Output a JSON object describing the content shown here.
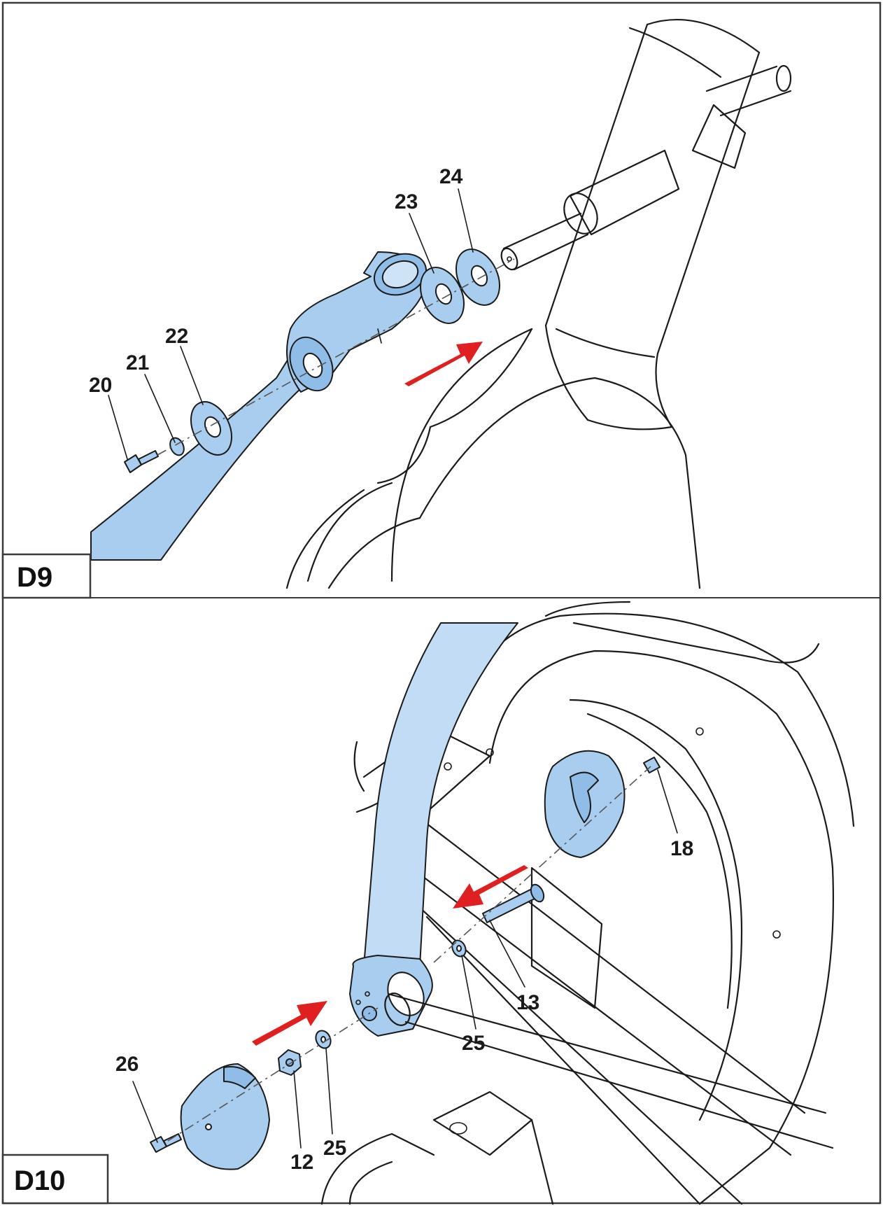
{
  "panels": [
    {
      "label": "D9",
      "callouts": [
        "20",
        "21",
        "22",
        "23",
        "24"
      ]
    },
    {
      "label": "D10",
      "callouts": [
        "26",
        "12",
        "25",
        "25",
        "13",
        "18"
      ]
    }
  ],
  "colors": {
    "part_fill": "#a9cdef",
    "part_fill_light": "#c3dcf5",
    "arrow": "#e02020",
    "line": "#1a1a1a",
    "frame": "#3a3a3a"
  }
}
